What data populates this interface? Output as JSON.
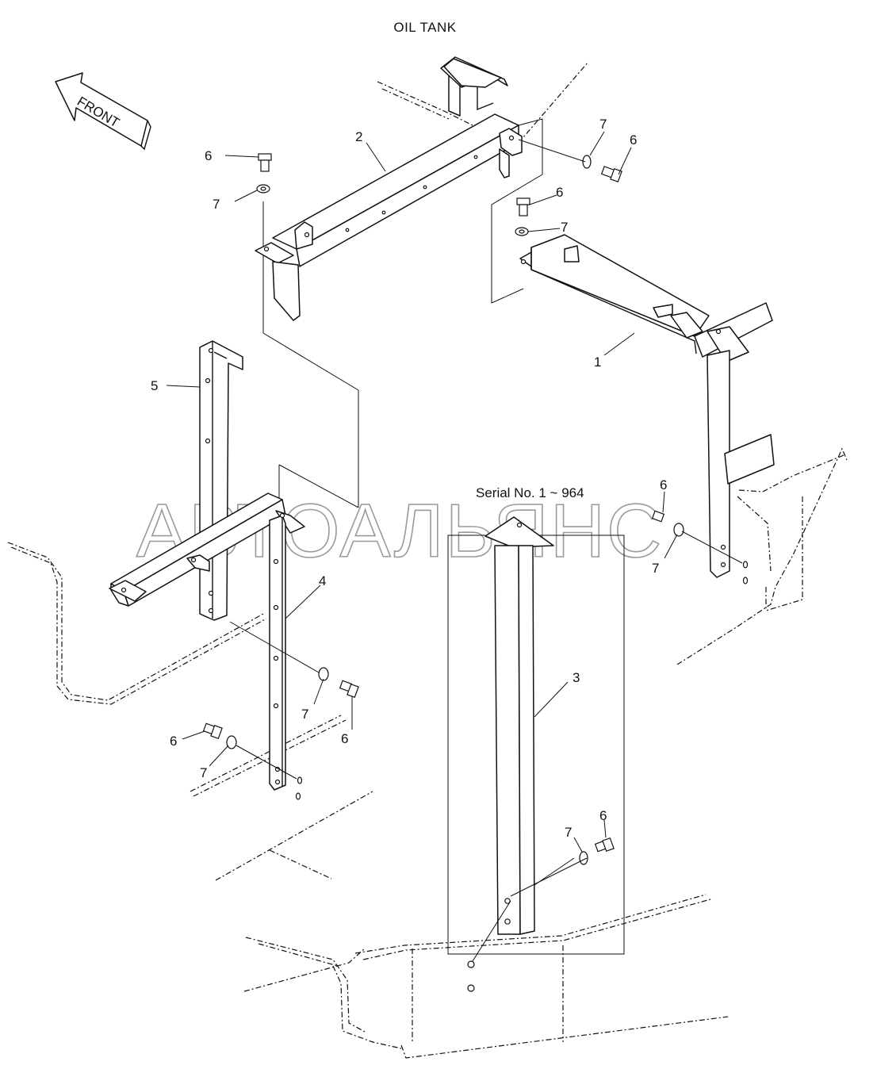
{
  "diagram": {
    "title": "OIL TANK",
    "front_arrow_label": "FRONT",
    "serial_note": "Serial No. 1 ~ 964",
    "watermark": "АВТОАЛЬЯНС",
    "callouts": {
      "c1": "1",
      "c2": "2",
      "c3": "3",
      "c4": "4",
      "c5": "5",
      "c6a": "6",
      "c6b": "6",
      "c6c": "6",
      "c6d": "6",
      "c6e": "6",
      "c6f": "6",
      "c7a": "7",
      "c7b": "7",
      "c7c": "7",
      "c7d": "7",
      "c7e": "7",
      "c7f": "7",
      "c7g": "7"
    }
  }
}
